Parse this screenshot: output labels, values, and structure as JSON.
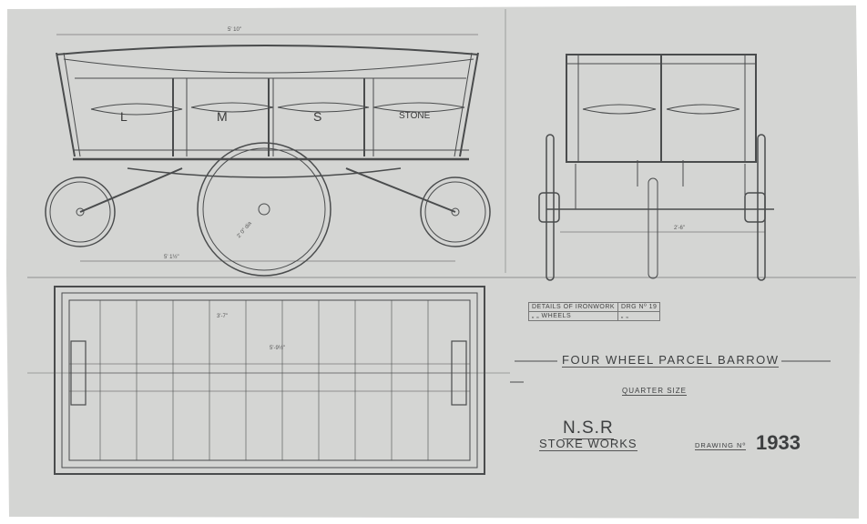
{
  "drawing": {
    "title": "FOUR WHEEL PARCEL BARROW",
    "scale": "QUARTER SIZE",
    "company": "N.S.R",
    "works": "STOKE WORKS",
    "drawing_no_label": "DRAWING Nº",
    "drawing_no": "1933",
    "references": [
      {
        "item": "DETAILS OF IRONWORK",
        "ref": "DRG Nº 19"
      },
      {
        "item": "„   „   WHEELS",
        "ref": "„ „"
      }
    ],
    "body_lettering": [
      "L",
      "M",
      "S",
      "STONE"
    ],
    "dimensions": {
      "overall_length": "5' 10\"",
      "wheelbase": "5' 1½\"",
      "plan_width": "3'-7\"",
      "plan_inner": "5'-9½\"",
      "big_wheel": "2' 0\" dia",
      "end_width": "2'-6\""
    },
    "paper_color": "#d4d5d3",
    "line_color": "#4a4c4d"
  }
}
